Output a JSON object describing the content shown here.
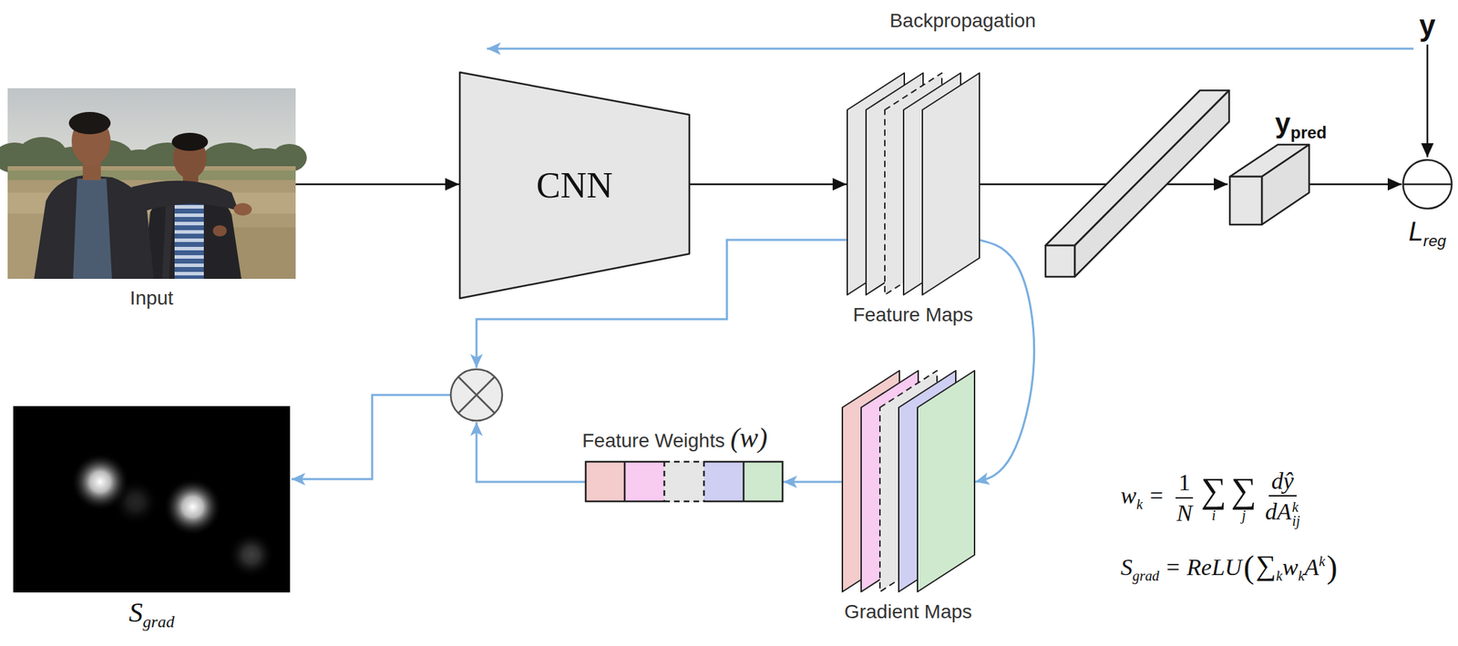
{
  "diagram": {
    "nodes": [
      {
        "text": [
          "Input"
        ]
      },
      {
        "text": [
          "CNN"
        ]
      },
      {
        "text": [
          "Feature Maps"
        ]
      },
      {
        "text": [
          "y",
          "pred"
        ]
      },
      {
        "text": [
          "L",
          "reg"
        ]
      },
      {
        "text": [
          "S",
          "grad"
        ]
      },
      {
        "text": [
          "Feature Weights",
          "(w)"
        ]
      },
      {
        "text": [
          "Gradient Maps"
        ]
      }
    ],
    "edges": [
      {
        "from": 0,
        "to": 1,
        "arrow": "to"
      },
      {
        "from": 1,
        "to": 2,
        "arrow": "to"
      },
      {
        "from": 3,
        "to": 4,
        "arrow": "to"
      },
      {
        "from": 2,
        "to": 7,
        "arrow": "to"
      },
      {
        "from": 7,
        "to": 6,
        "arrow": "to"
      }
    ],
    "labels": [
      "Backpropagation",
      "y",
      "w",
      "k",
      "=",
      "1",
      "N",
      "∑",
      "i",
      "∑",
      "j",
      "dŷ",
      "dA",
      "k",
      "ij",
      "S",
      "grad",
      "=",
      "ReLU",
      "(",
      "∑",
      "k",
      "w",
      "k",
      "A",
      "k",
      ")"
    ]
  }
}
